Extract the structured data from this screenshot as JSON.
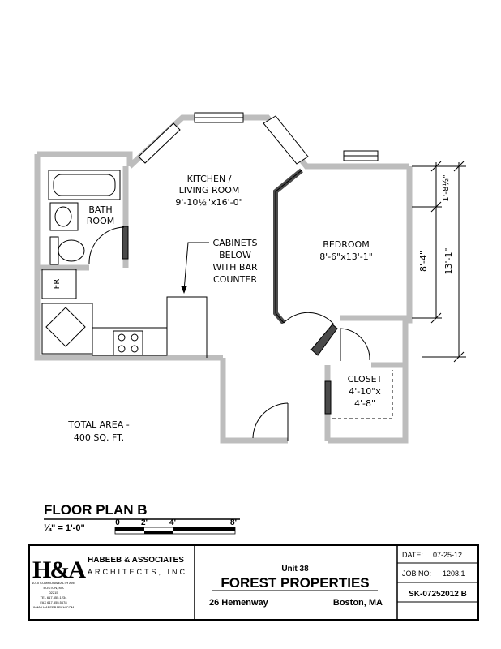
{
  "rooms": {
    "kitchen": {
      "line1": "KITCHEN /",
      "line2": "LIVING ROOM",
      "size": "9'-10½\"x16'-0\""
    },
    "bath": {
      "line1": "BATH",
      "line2": "ROOM"
    },
    "bedroom": {
      "name": "BEDROOM",
      "size": "8'-6\"x13'-1\""
    },
    "closet": {
      "name": "CLOSET",
      "size1": "4'-10\"x",
      "size2": "4'-8\""
    },
    "fridge": "FR"
  },
  "note": {
    "line1": "CABINETS",
    "line2": "BELOW",
    "line3": "WITH BAR",
    "line4": "COUNTER"
  },
  "area": {
    "line1": "TOTAL AREA -",
    "line2": "400 SQ. FT."
  },
  "dimensions": {
    "d1": "1'-8½\"",
    "d2": "8'-4\"",
    "d3": "13'-1\""
  },
  "plan_title": "FLOOR PLAN B",
  "scale": {
    "label": "¼\" = 1'-0\"",
    "t0": "0",
    "t2": "2'",
    "t4": "4'",
    "t8": "8'"
  },
  "titleblock": {
    "logo": "H&A",
    "firm_line1": "HABEEB & ASSOCIATES",
    "firm_line2": "ARCHITECTS, INC.",
    "firm_address": [
      "1010 COMMONWEALTH AVE",
      "BOSTON, MA",
      "02215",
      "TEL 617.555.1234",
      "FAX 617.555.5678",
      "WWW.HABEEBARCH.COM"
    ],
    "unit": "Unit 38",
    "project": "FOREST PROPERTIES",
    "street": "26 Hemenway",
    "city": "Boston, MA",
    "date_label": "DATE:",
    "date_value": "07-25-12",
    "job_label": "JOB NO:",
    "job_value": "1208.1",
    "sheet": "SK-07252012 B"
  }
}
